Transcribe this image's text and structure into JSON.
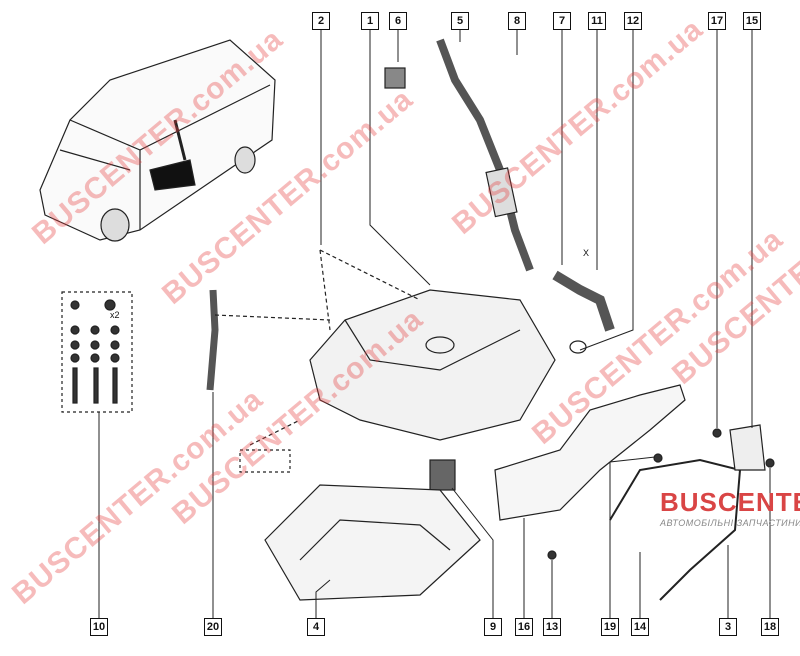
{
  "watermark": "BUSCENTER.com.ua",
  "logo": {
    "name": "BUSCENTER",
    "tagline": "АВТОМОБІЛЬНІ ЗАПЧАСТИНИ",
    "color": "#d94545"
  },
  "annotations": {
    "qty": "x2",
    "detail": "X"
  },
  "labels_top": [
    "2",
    "1",
    "6",
    "5",
    "8",
    "7",
    "11",
    "12",
    "17",
    "15"
  ],
  "labels_bottom": [
    "10",
    "20",
    "4",
    "9",
    "16",
    "13",
    "19",
    "14",
    "3",
    "18"
  ]
}
